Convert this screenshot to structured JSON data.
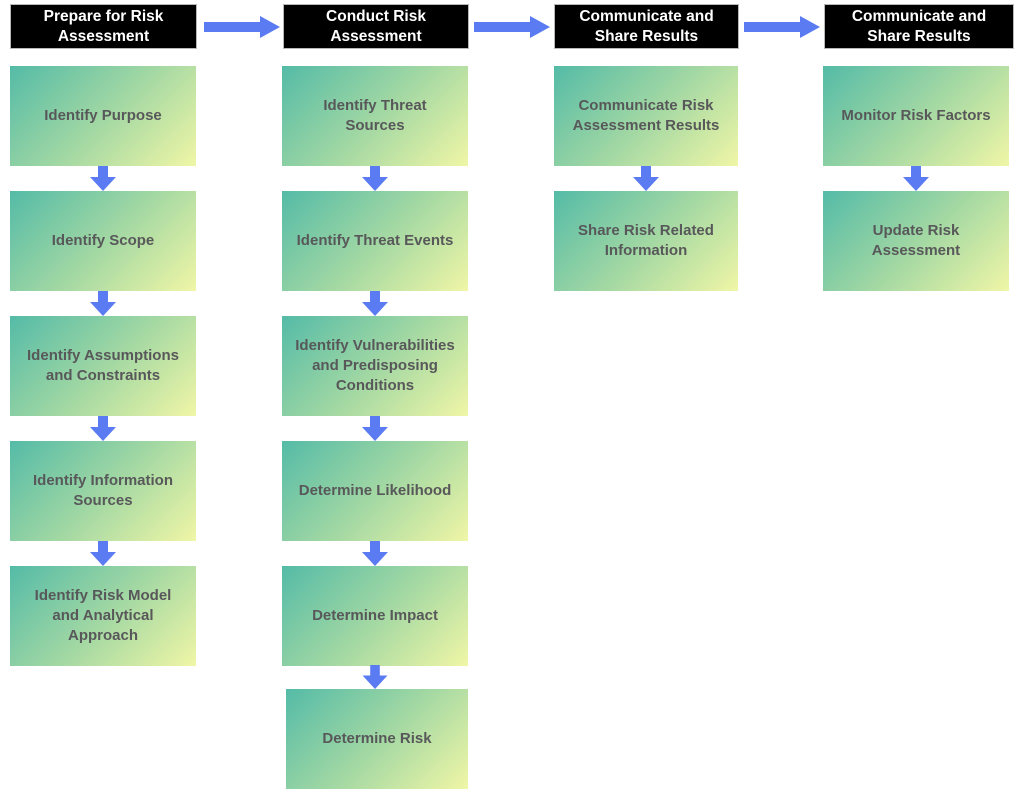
{
  "diagram": {
    "type": "flowchart",
    "colors": {
      "arrow": "#5b7bf2",
      "header_bg": "#000000",
      "header_text": "#ffffff",
      "box_gradient_start": "#54bba7",
      "box_gradient_end": "#f0f6a6",
      "box_text": "#58585a"
    },
    "icons": {
      "right_arrow": "arrow-right-icon",
      "down_arrow": "arrow-down-icon"
    },
    "columns": [
      {
        "header": "Prepare for Risk\nAssessment",
        "steps": [
          "Identify Purpose",
          "Identify Scope",
          "Identify Assumptions\nand Constraints",
          "Identify Information\nSources",
          "Identify Risk Model\nand Analytical\nApproach"
        ]
      },
      {
        "header": "Conduct Risk\nAssessment",
        "steps": [
          "Identify Threat\nSources",
          "Identify Threat Events",
          "Identify Vulnerabilities\nand Predisposing\nConditions",
          "Determine Likelihood",
          "Determine Impact",
          "Determine Risk"
        ]
      },
      {
        "header": "Communicate and\nShare Results",
        "steps": [
          "Communicate Risk\nAssessment Results",
          "Share Risk Related\nInformation"
        ]
      },
      {
        "header": "Communicate and\nShare Results",
        "steps": [
          "Monitor Risk Factors",
          "Update Risk\nAssessment"
        ]
      }
    ]
  }
}
